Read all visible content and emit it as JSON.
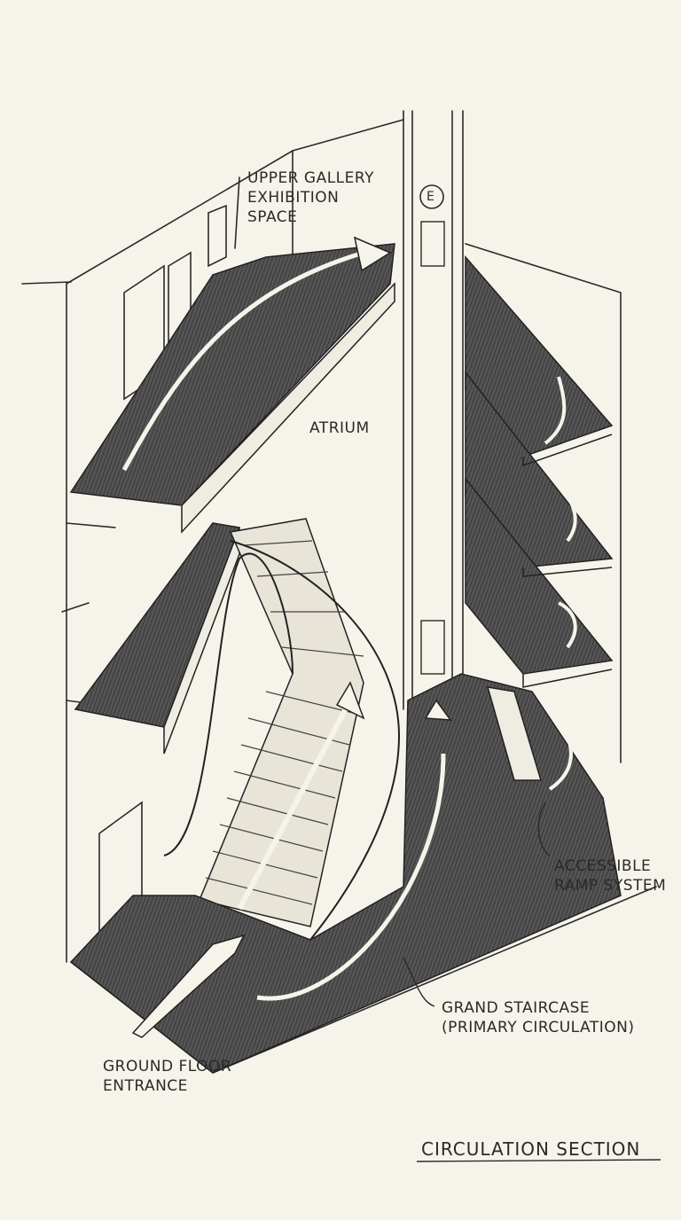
{
  "labels": {
    "upper_gallery": [
      "UPPER GALLERY",
      "EXHIBITION",
      "SPACE"
    ],
    "atrium": "ATRIUM",
    "elevator_mark": "E",
    "ramp": [
      "ACCESSIBLE",
      "RAMP SYSTEM"
    ],
    "staircase": [
      "GRAND STAIRCASE",
      "(PRIMARY CIRCULATION)"
    ],
    "entrance": [
      "GROUND FLOOR",
      "ENTRANCE"
    ],
    "title": "CIRCULATION SECTION"
  },
  "colors": {
    "paper": "#f6f3ea",
    "ink": "#2a2a2a",
    "floor": "#4a4a4a"
  }
}
